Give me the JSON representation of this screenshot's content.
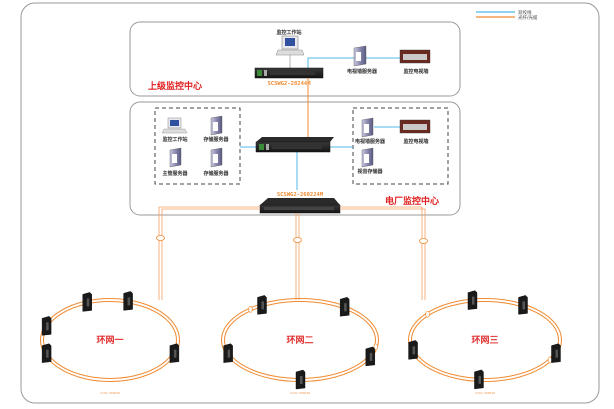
{
  "legend": {
    "items": [
      {
        "label": "双绞线",
        "color": "#4fb8e8"
      },
      {
        "label": "光纤/光缆",
        "color": "#f08a30"
      }
    ]
  },
  "upper_center": {
    "title": "上级监控中心",
    "workstation_label": "监控工作站",
    "switch_model": "SCSWG2-28244M",
    "video_server_label": "电视墙服务器",
    "video_wall_label": "监控电视墙"
  },
  "plant_center": {
    "title": "电厂监控中心",
    "left_group": [
      "监控工作站",
      "存储服务器",
      "主管服务器",
      "存储服务器"
    ],
    "right_group": [
      "电视墙服务器",
      "监控电视墙",
      "视音存储器"
    ],
    "core_switch_model": "SCSWG2-260224M"
  },
  "rings": [
    {
      "label": "环网一",
      "node_model": "SCSW-0806ZW"
    },
    {
      "label": "环网二",
      "node_model": "SCSW-0806ZW"
    },
    {
      "label": "环网三",
      "node_model": "SCSW-0806ZW"
    }
  ],
  "colors": {
    "copper": "#4fb8e8",
    "fiber": "#f08a30",
    "title_red": "#e02020",
    "frame": "#9a9a9a"
  }
}
